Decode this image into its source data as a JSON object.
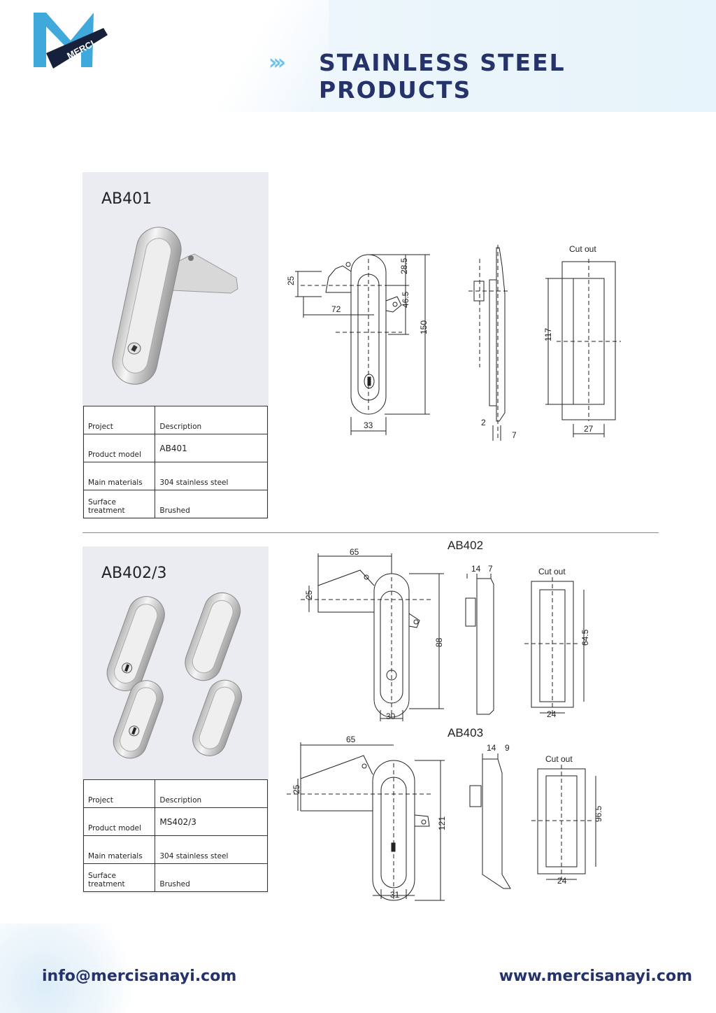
{
  "header": {
    "brand": "MERCI",
    "title": "STAINLESS STEEL PRODUCTS",
    "arrows": "›››",
    "accent_color": "#6dc4ec",
    "title_color": "#26336b"
  },
  "products": [
    {
      "name": "AB401",
      "table": {
        "header": [
          "Project",
          "Description"
        ],
        "rows": [
          {
            "label": "Product model",
            "value": "AB401"
          },
          {
            "label": "Main materials",
            "value": "304 stainless steel"
          },
          {
            "label": "Surface treatment",
            "value": "Brushed"
          }
        ]
      },
      "drawing": {
        "dims": {
          "d25": "25",
          "d72": "72",
          "d28_5": "28.5",
          "d46_5": "46.5",
          "d150": "150",
          "d33": "33",
          "d2": "2",
          "d7": "7",
          "d117": "117",
          "d27": "27"
        },
        "cutout_label": "Cut out"
      }
    },
    {
      "name": "AB402/3",
      "table": {
        "header": [
          "Project",
          "Description"
        ],
        "rows": [
          {
            "label": "Product model",
            "value": "MS402/3"
          },
          {
            "label": "Main materials",
            "value": "304 stainless steel"
          },
          {
            "label": "Surface treatment",
            "value": "Brushed"
          }
        ]
      },
      "ab402": {
        "label": "AB402",
        "dims": {
          "d65": "65",
          "d25": "25",
          "d88": "88",
          "d30": "30",
          "d14": "14",
          "d7": "7",
          "d64_5": "64.5",
          "d24": "24"
        },
        "cutout_label": "Cut out"
      },
      "ab403": {
        "label": "AB403",
        "dims": {
          "d65": "65",
          "d25": "25",
          "d121": "121",
          "d31": "31",
          "d14": "14",
          "d9": "9",
          "d96_5": "96.5",
          "d24": "24"
        },
        "cutout_label": "Cut out"
      }
    }
  ],
  "footer": {
    "email": "info@mercisanayi.com",
    "website": "www.mercisanayi.com"
  }
}
